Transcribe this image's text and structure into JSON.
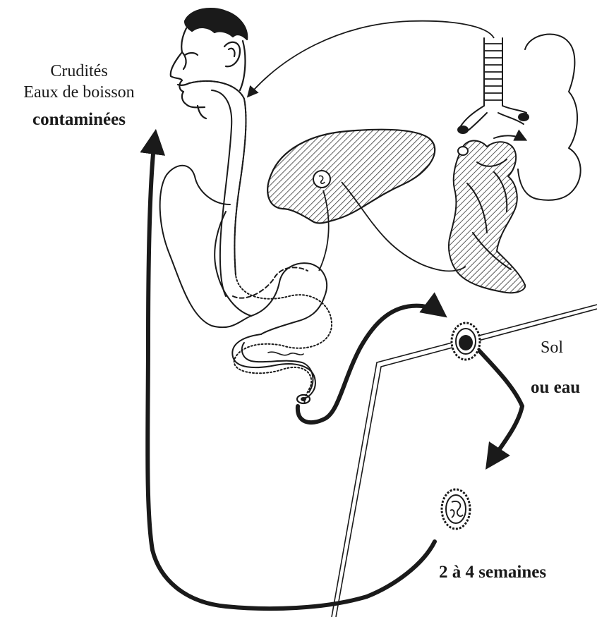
{
  "labels": {
    "source_line1": "Crudités",
    "source_line2": "Eaux de boisson",
    "source_line3": "contaminées",
    "env_line1": "Sol",
    "env_line2": "ou eau",
    "duration": "2 à 4 semaines"
  },
  "colors": {
    "ink": "#1a1a1a",
    "background": "#ffffff",
    "hatch": "#333333"
  }
}
